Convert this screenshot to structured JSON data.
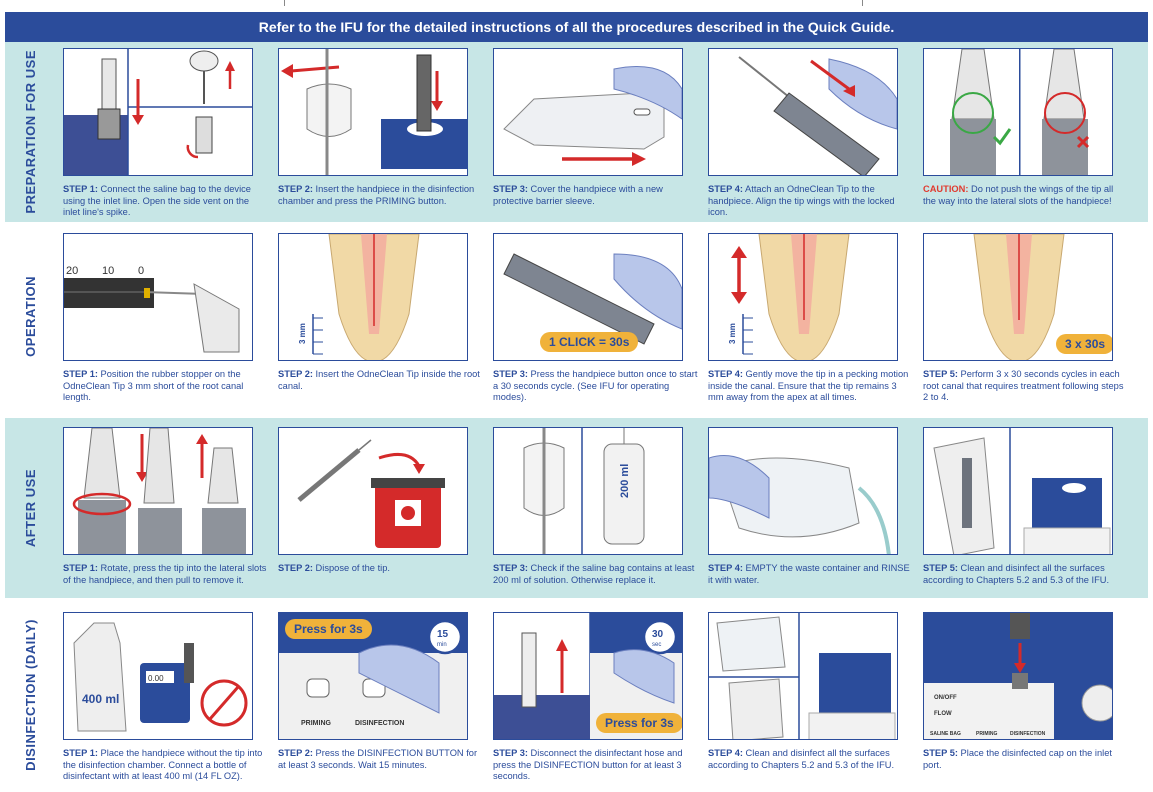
{
  "header": {
    "text": "Refer to the IFU for the detailed instructions of all the procedures described in the Quick Guide."
  },
  "sections": [
    {
      "label": "PREPARATION FOR USE",
      "steps": [
        {
          "num": "STEP 1:",
          "text": " Connect the saline bag to the device using the inlet line. Open the side vent on the inlet line's spike."
        },
        {
          "num": "STEP 2:",
          "text": " Insert the handpiece in the disinfection chamber and press the PRIMING button."
        },
        {
          "num": "STEP 3:",
          "text": " Cover the handpiece with a new protective barrier sleeve."
        },
        {
          "num": "STEP 4:",
          "text": " Attach an OdneClean Tip to the handpiece. Align the tip wings with the locked icon."
        },
        {
          "num": "CAUTION:",
          "text": " Do not push the wings of the tip all the way into the lateral slots of the handpiece!"
        }
      ]
    },
    {
      "label": "OPERATION",
      "steps": [
        {
          "num": "STEP 1:",
          "text": " Position the rubber stopper on the OdneClean Tip 3 mm short of the root canal length."
        },
        {
          "num": "STEP 2:",
          "text": " Insert the OdneClean Tip inside the root canal."
        },
        {
          "num": "STEP 3:",
          "text": " Press the handpiece button once to start a 30 seconds cycle. (See IFU for operating modes)."
        },
        {
          "num": "STEP 4:",
          "text": " Gently move the tip in a pecking motion inside the canal. Ensure that the tip remains 3 mm away from the apex at all times."
        },
        {
          "num": "STEP 5:",
          "text": " Perform 3 x 30 seconds cycles in each root canal that requires treatment following steps 2 to 4."
        }
      ]
    },
    {
      "label": "AFTER USE",
      "steps": [
        {
          "num": "STEP 1:",
          "text": " Rotate, press the tip into the lateral slots of the handpiece, and then pull to remove it."
        },
        {
          "num": "STEP 2:",
          "text": " Dispose of the tip."
        },
        {
          "num": "STEP 3:",
          "text": " Check if the saline bag contains at least 200 ml of solution. Otherwise replace it."
        },
        {
          "num": "STEP 4:",
          "text": " EMPTY the waste container and RINSE it with water."
        },
        {
          "num": "STEP 5:",
          "text": " Clean and disinfect all the surfaces according to Chapters 5.2 and 5.3 of the IFU."
        }
      ]
    },
    {
      "label": "DISINFECTION (DAILY)",
      "steps": [
        {
          "num": "STEP 1:",
          "text": " Place the handpiece without the tip into the disinfection chamber. Connect a bottle of disinfectant with at least 400 ml (14 FL OZ)."
        },
        {
          "num": "STEP 2:",
          "text": " Press the DISINFECTION BUTTON for at least 3 seconds. Wait 15 minutes."
        },
        {
          "num": "STEP 3:",
          "text": " Disconnect the disinfectant hose and press the DISINFECTION button for at least 3 seconds."
        },
        {
          "num": "STEP 4:",
          "text": " Clean and disinfect all the surfaces according to Chapters 5.2 and 5.3 of the IFU."
        },
        {
          "num": "STEP 5:",
          "text": " Place the disinfected cap on the inlet port."
        }
      ]
    }
  ],
  "labels": {
    "one_click": "1 CLICK = 30s",
    "three_x_30": "3 x 30s",
    "press_for_3s": "Press for 3s",
    "mm3": "3 mm",
    "ruler_20": "20",
    "ruler_10": "10",
    "ruler_0": "0",
    "ml200": "200 ml",
    "ml400": "400 ml",
    "min15": "15",
    "min_unit": "min",
    "sec30": "30",
    "sec_unit": "sec",
    "priming": "PRIMING",
    "disinfection": "DISINFECTION",
    "onoff": "ON/OFF",
    "flow": "FLOW",
    "saline_bag": "SALINE BAG",
    "display": "0.00",
    "icon_15": "15"
  },
  "colors": {
    "primary": "#2b4c9b",
    "band": "#c7e6e6",
    "accent": "#f0b23a",
    "caution": "#e03a2f",
    "check": "#3aa845"
  }
}
